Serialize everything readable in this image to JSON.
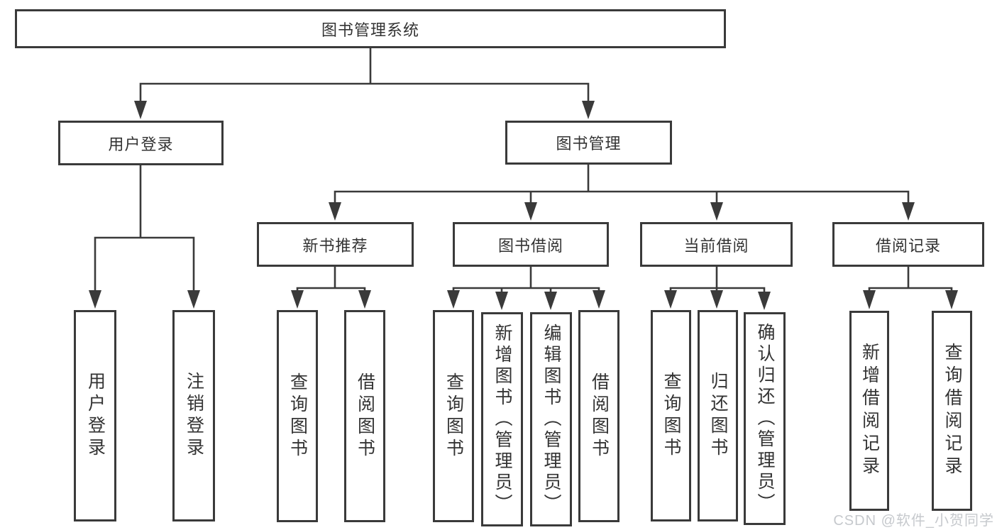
{
  "tree": {
    "root": {
      "label": "图书管理系统"
    },
    "children": [
      {
        "label": "用户登录",
        "children": [
          {
            "label": "用户登录"
          },
          {
            "label": "注销登录"
          }
        ]
      },
      {
        "label": "图书管理",
        "children": [
          {
            "label": "新书推荐",
            "children": [
              {
                "label": "查询图书"
              },
              {
                "label": "借阅图书"
              }
            ]
          },
          {
            "label": "图书借阅",
            "children": [
              {
                "label": "查询图书"
              },
              {
                "label": "新增图书（管理员）"
              },
              {
                "label": "编辑图书（管理员）"
              },
              {
                "label": "借阅图书"
              }
            ]
          },
          {
            "label": "当前借阅",
            "children": [
              {
                "label": "查询图书"
              },
              {
                "label": "归还图书"
              },
              {
                "label": "确认归还（管理员）"
              }
            ]
          },
          {
            "label": "借阅记录",
            "children": [
              {
                "label": "新增借阅记录"
              },
              {
                "label": "查询借阅记录"
              }
            ]
          }
        ]
      }
    ]
  },
  "watermark": {
    "text": "CSDN @软件_小贺同学"
  },
  "colors": {
    "line": "#3a3a3a",
    "text": "#333333",
    "watermark": "#c6c9cd",
    "background": "#ffffff"
  }
}
